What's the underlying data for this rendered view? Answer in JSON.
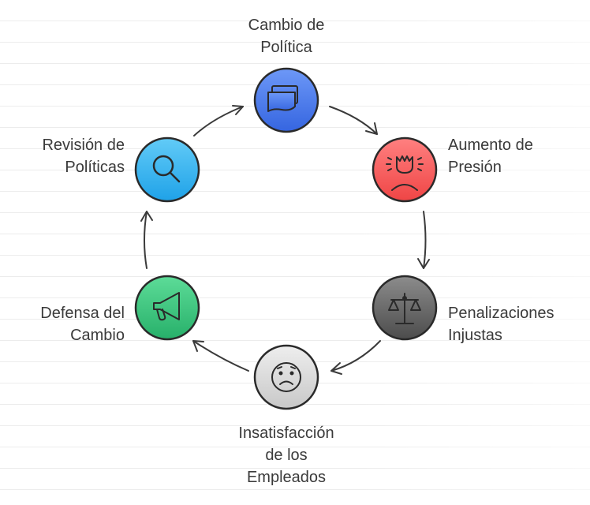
{
  "nodes": [
    {
      "id": "cambio",
      "lines": [
        "Cambio de",
        "Política"
      ],
      "icon": "documents-icon",
      "color": "#4a7bef"
    },
    {
      "id": "aumento",
      "lines": [
        "Aumento de",
        "Presión"
      ],
      "icon": "stressed-person-icon",
      "color": "#f25c5c"
    },
    {
      "id": "penalizaciones",
      "lines": [
        "Penalizaciones",
        "Injustas"
      ],
      "icon": "scales-icon",
      "color": "#6a6a6a"
    },
    {
      "id": "insatisfaccion",
      "lines": [
        "Insatisfacción",
        "de los",
        "Empleados"
      ],
      "icon": "sad-face-icon",
      "color": "#d8d8d8"
    },
    {
      "id": "defensa",
      "lines": [
        "Defensa del",
        "Cambio"
      ],
      "icon": "megaphone-icon",
      "color": "#3dc47e"
    },
    {
      "id": "revision",
      "lines": [
        "Revisión de",
        "Políticas"
      ],
      "icon": "magnifier-icon",
      "color": "#3fb4f0"
    }
  ]
}
